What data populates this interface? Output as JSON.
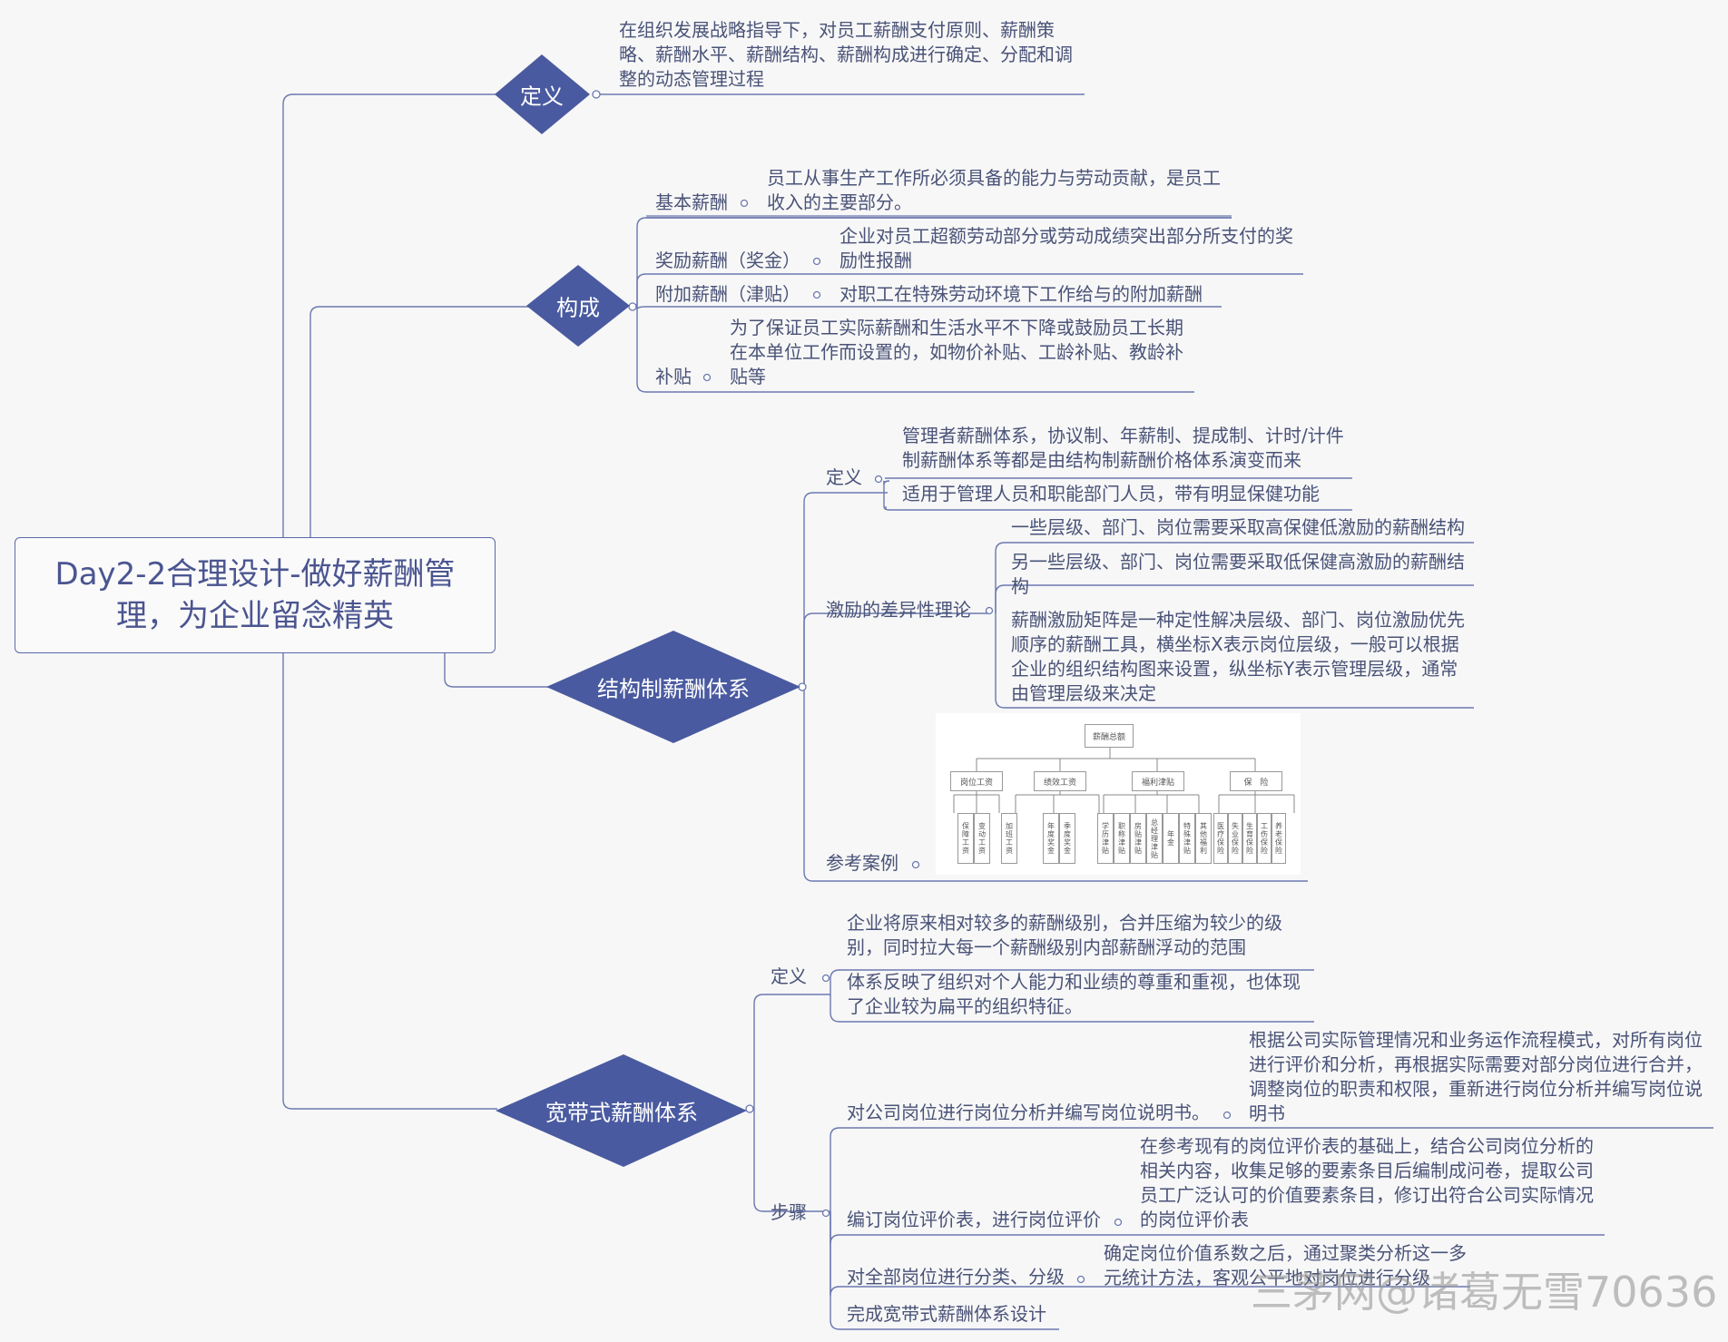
{
  "root": {
    "title": "Day2-2合理设计-做好薪酬管理，为企业留念精英"
  },
  "definition": {
    "label": "定义",
    "text": "在组织发展战略指导下，对员工薪酬支付原则、薪酬策略、薪酬水平、薪酬结构、薪酬构成进行确定、分配和调整的动态管理过程"
  },
  "composition": {
    "label": "构成",
    "items": [
      {
        "name": "基本薪酬",
        "desc": "员工从事生产工作所必须具备的能力与劳动贡献，是员工收入的主要部分。"
      },
      {
        "name": "奖励薪酬（奖金）",
        "desc": "企业对员工超额劳动部分或劳动成绩突出部分所支付的奖励性报酬"
      },
      {
        "name": "附加薪酬（津贴）",
        "desc": "对职工在特殊劳动环境下工作给与的附加薪酬"
      },
      {
        "name": "补贴",
        "desc": "为了保证员工实际薪酬和生活水平不下降或鼓励员工长期在本单位工作而设置的，如物价补贴、工龄补贴、教龄补贴等"
      }
    ]
  },
  "structural": {
    "label": "结构制薪酬体系",
    "definition_label": "定义",
    "definition_items": [
      "管理者薪酬体系，协议制、年薪制、提成制、计时/计件制薪酬体系等都是由结构制薪酬价格体系演变而来",
      "适用于管理人员和职能部门人员，带有明显保健功能"
    ],
    "theory_label": "激励的差异性理论",
    "theory_items": [
      "一些层级、部门、岗位需要采取高保健低激励的薪酬结构",
      "另一些层级、部门、岗位需要采取低保健高激励的薪酬结构",
      "薪酬激励矩阵是一种定性解决层级、部门、岗位激励优先顺序的薪酬工具，横坐标X表示岗位层级，一般可以根据企业的组织结构图来设置，纵坐标Y表示管理层级，通常由管理层级来决定"
    ],
    "case_label": "参考案例",
    "case_image": {
      "top": "薪酬总额",
      "groups": [
        "岗位工资",
        "绩效工资",
        "福利津贴",
        "保　险"
      ],
      "leaves": [
        "保障工资",
        "变动工资",
        "加班工资",
        "年度奖金",
        "季度奖金",
        "学历津贴",
        "职称津贴",
        "房贴津贴",
        "总经理津贴",
        "年金",
        "特殊津贴",
        "其他福利",
        "医疗保险",
        "失业保险",
        "生育保险",
        "工伤保险",
        "养老保险"
      ]
    }
  },
  "broadband": {
    "label": "宽带式薪酬体系",
    "definition_label": "定义",
    "definition_items": [
      "企业将原来相对较多的薪酬级别，合并压缩为较少的级别，同时拉大每一个薪酬级别内部薪酬浮动的范围",
      "体系反映了组织对个人能力和业绩的尊重和重视，也体现了企业较为扁平的组织特征。"
    ],
    "steps_label": "步骤",
    "steps": [
      {
        "name": "对公司岗位进行岗位分析并编写岗位说明书。",
        "desc": "根据公司实际管理情况和业务运作流程模式，对所有岗位进行评价和分析，再根据实际需要对部分岗位进行合并，调整岗位的职责和权限，重新进行岗位分析并编写岗位说明书"
      },
      {
        "name": "编订岗位评价表，进行岗位评价",
        "desc": "在参考现有的岗位评价表的基础上，结合公司岗位分析的相关内容，收集足够的要素条目后编制成问卷，提取公司员工广泛认可的价值要素条目，修订出符合公司实际情况的岗位评价表"
      },
      {
        "name": "对全部岗位进行分类、分级",
        "desc": "确定岗位价值系数之后，通过聚类分析这一多元统计方法，客观公平地对岗位进行分级"
      },
      {
        "name": "完成宽带式薪酬体系设计",
        "desc": ""
      }
    ]
  },
  "watermark": "三茅网@诸葛无雪70636",
  "colors": {
    "node": "#4a5aa0",
    "line": "#6b78b0",
    "text": "#4a5378"
  }
}
